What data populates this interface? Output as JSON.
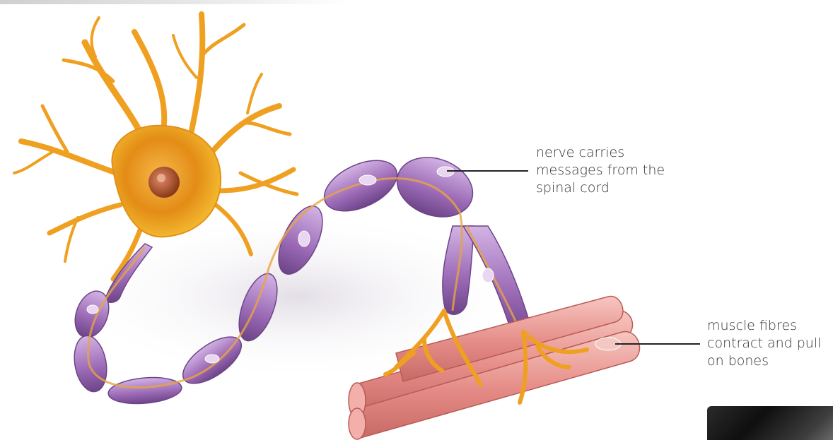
{
  "labels": {
    "nerve": [
      "nerve carries",
      "messages from the",
      "spinal cord"
    ],
    "muscle": [
      "muscle fibres",
      "contract and pull",
      "on bones"
    ]
  },
  "colors": {
    "neuron_body": "#f2a81d",
    "neuron_dark": "#d98510",
    "axon_sheath": "#9b6bb3",
    "axon_light": "#c9a3dc",
    "muscle": "#e8928f",
    "muscle_light": "#f4b9b4",
    "leader_line": "#222222"
  }
}
